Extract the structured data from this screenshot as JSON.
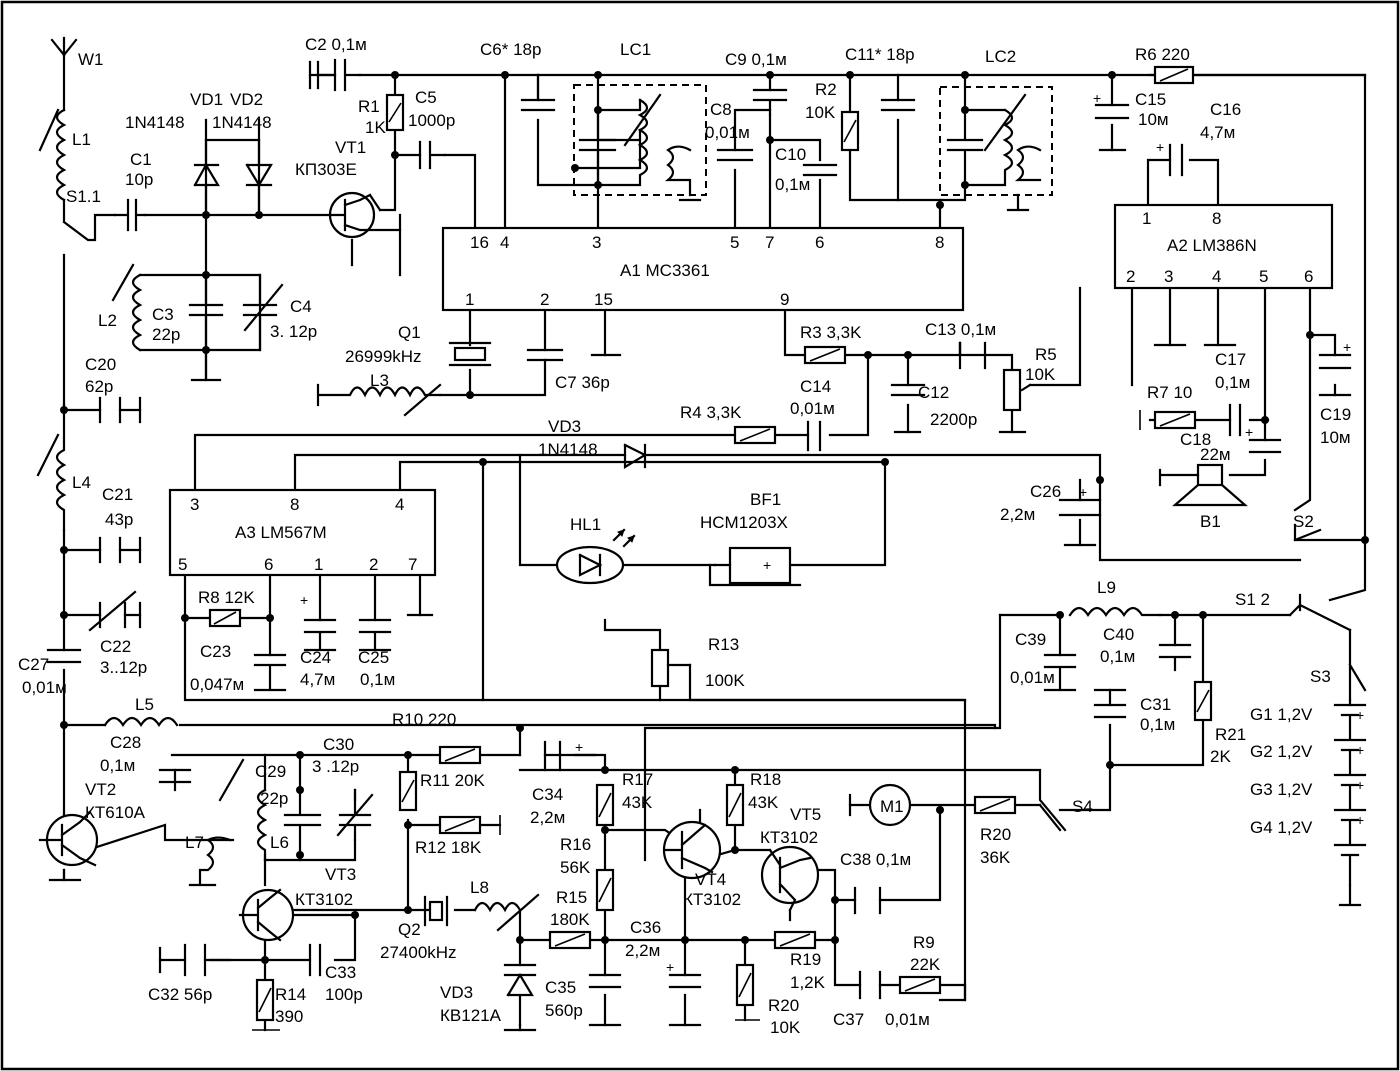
{
  "ics": {
    "a1": {
      "name": "A1 MC3361",
      "pins_top": [
        "16",
        "4",
        "3",
        "5",
        "7",
        "6",
        "8"
      ],
      "pins_bottom": [
        "1",
        "2",
        "15",
        "9"
      ]
    },
    "a2": {
      "name": "A2 LM386N",
      "pins_top": [
        "1",
        "8"
      ],
      "pins_bottom": [
        "2",
        "3",
        "4",
        "5",
        "6"
      ]
    },
    "a3": {
      "name": "A3  LM567M",
      "pins_top": [
        "3",
        "8",
        "4"
      ],
      "pins_bottom": [
        "5",
        "6",
        "1",
        "2",
        "7"
      ]
    }
  },
  "labels": {
    "w1": "W1",
    "l1": "L1",
    "s11": "S1.1",
    "c1": "C1",
    "c1v": "10р",
    "vd1": "VD1",
    "vd1t": "1N4148",
    "vd2": "VD2",
    "vd2t": "1N4148",
    "c2": "C2 0,1м",
    "r1": "R1",
    "r1v": "1K",
    "c5": "C5",
    "c5v": "1000р",
    "vt1": "VT1",
    "vt1t": "КП303Е",
    "c6": "C6* 18р",
    "lc1": "LC1",
    "c8": "C8",
    "c8v": "0,01м",
    "c9": "C9 0,1м",
    "r2": "R2",
    "r2v": "10K",
    "c10": "C10",
    "c10v": "0,1м",
    "c11": "C11* 18р",
    "lc2": "LC2",
    "r6": "R6 220",
    "c15": "C15",
    "c15v": "10м",
    "c16": "C16",
    "c16v": "4,7м",
    "l2": "L2",
    "c3": "C3",
    "c3v": "22р",
    "c4": "C4",
    "c4v": "3. 12р",
    "q1": "Q1",
    "q1v": "26999kHz",
    "l3": "L3",
    "c7": "C7 36р",
    "r3": "R3 3,3K",
    "c13": "C13 0,1м",
    "r5": "R5",
    "r5v": "10K",
    "c14": "C14",
    "c14v": "0,01м",
    "c12": "C12",
    "c12v": "2200р",
    "r4": "R4 3,3K",
    "vd3a": "VD3",
    "vd3at": "1N4148",
    "c17": "C17",
    "c17v": "0,1м",
    "r7": "R7 10",
    "c18": "C18",
    "c18v": "22м",
    "c19": "C19",
    "c19v": "10м",
    "b1": "B1",
    "c26": "C26",
    "c26v": "2,2м",
    "hl1": "HL1",
    "bf1": "BF1",
    "bf1t": "HCM1203X",
    "s2": "S2",
    "c20": "C20",
    "c20v": "62р",
    "l4": "L4",
    "c21": "C21",
    "c21v": "43р",
    "c22": "C22",
    "c22v": "3..12р",
    "r8": "R8 12K",
    "c23": "C23",
    "c23v": "0,047м",
    "c24": "C24",
    "c24v": "4,7м",
    "c25": "C25",
    "c25v": "0,1м",
    "r13": "R13",
    "r13v": "100K",
    "l9": "L9",
    "c39": "C39",
    "c39v": "0,01м",
    "c40": "C40",
    "c40v": "0,1м",
    "s12": "S1 2",
    "c31": "C31",
    "c31v": "0,1м",
    "r21": "R21",
    "r21v": "2K",
    "s3": "S3",
    "g1": "G1 1,2V",
    "g2": "G2 1,2V",
    "g3": "G3 1,2V",
    "g4": "G4 1,2V",
    "c27": "C27",
    "c27v": "0,01м",
    "l5": "L5",
    "r10": "R10 220",
    "c28": "C28",
    "c28v": "0,1м",
    "c30": "C30",
    "c30v": "3 .12р",
    "c29": "C29",
    "c29v": "22р",
    "r11": "R11 20K",
    "vt2": "VT2",
    "vt2t": "КТ610А",
    "l7": "L7",
    "l6": "L6",
    "r12": "R12 18K",
    "vt3": "VT3",
    "vt3t": "КТ3102",
    "q2": "Q2",
    "q2v": "27400kHz",
    "l8": "L8",
    "c34": "C34",
    "c34v": "2,2м",
    "r17": "R17",
    "r17v": "43K",
    "r18": "R18",
    "r18v": "43K",
    "vt5": "VT5",
    "vt5t": "КТ3102",
    "m1": "M1",
    "s4": "S4",
    "r16": "R16",
    "r16v": "56K",
    "vt4": "VT4",
    "vt4t": "КТ3102",
    "c38": "C38 0,1м",
    "r20a": "R20",
    "r20av": "36K",
    "r15": "R15",
    "r15v": "180K",
    "c36": "C36",
    "c36v": "2,2м",
    "r19": "R19",
    "r19v": "1,2K",
    "r9": "R9",
    "r9v": "22K",
    "c32": "C32 56р",
    "r14": "R14",
    "r14v": "390",
    "c33": "C33",
    "c33v": "100р",
    "vd3b": "VD3",
    "vd3bt": "КВ121А",
    "c35": "C35",
    "c35v": "560р",
    "r20b": "R20",
    "r20bv": "10K",
    "c37": "C37",
    "c37v": "0,01м"
  }
}
